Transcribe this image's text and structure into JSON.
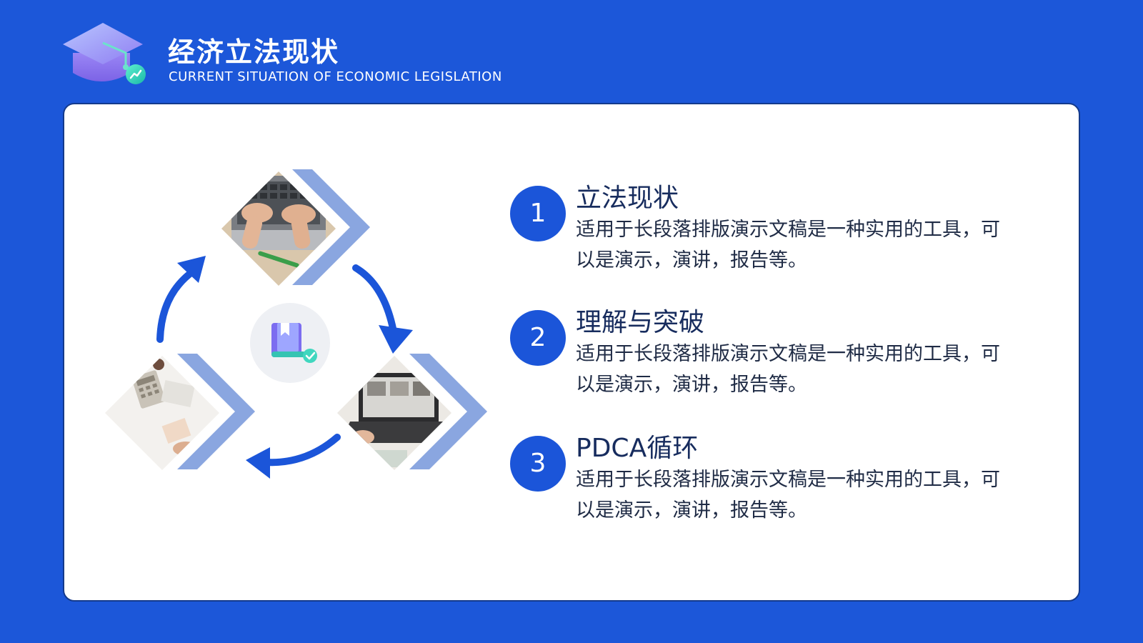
{
  "header": {
    "title": "经济立法现状",
    "subtitle": "CURRENT SITUATION OF ECONOMIC LEGISLATION",
    "logo_icon": "graduation-cap-icon"
  },
  "diagram": {
    "center_icon": "book-check-icon",
    "photos": [
      "laptop-typing-photo",
      "laptop-desk-photo",
      "calculator-desk-photo"
    ],
    "arrow_icon": "curved-arrow-icon"
  },
  "steps": [
    {
      "number": "1",
      "title": "立法现状",
      "desc": "适用于长段落排版演示文稿是一种实用的工具，可以是演示，演讲，报告等。"
    },
    {
      "number": "2",
      "title": "理解与突破",
      "desc": "适用于长段落排版演示文稿是一种实用的工具，可以是演示，演讲，报告等。"
    },
    {
      "number": "3",
      "title": "PDCA循环",
      "desc": "适用于长段落排版演示文稿是一种实用的工具，可以是演示，演讲，报告等。"
    }
  ],
  "colors": {
    "background": "#1c57d9",
    "accent": "#1b55d9",
    "chevron": "#8aa6e0",
    "text_dark": "#172c5e"
  }
}
